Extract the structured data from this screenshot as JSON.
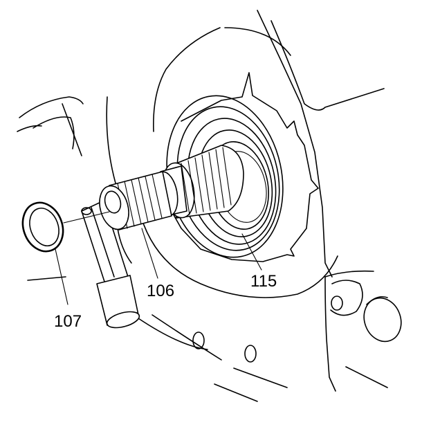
{
  "callouts": [
    {
      "id": "107",
      "label": "107"
    },
    {
      "id": "106",
      "label": "106"
    },
    {
      "id": "115",
      "label": "115"
    }
  ],
  "colors": {
    "line": "#000000",
    "background": "#ffffff"
  }
}
